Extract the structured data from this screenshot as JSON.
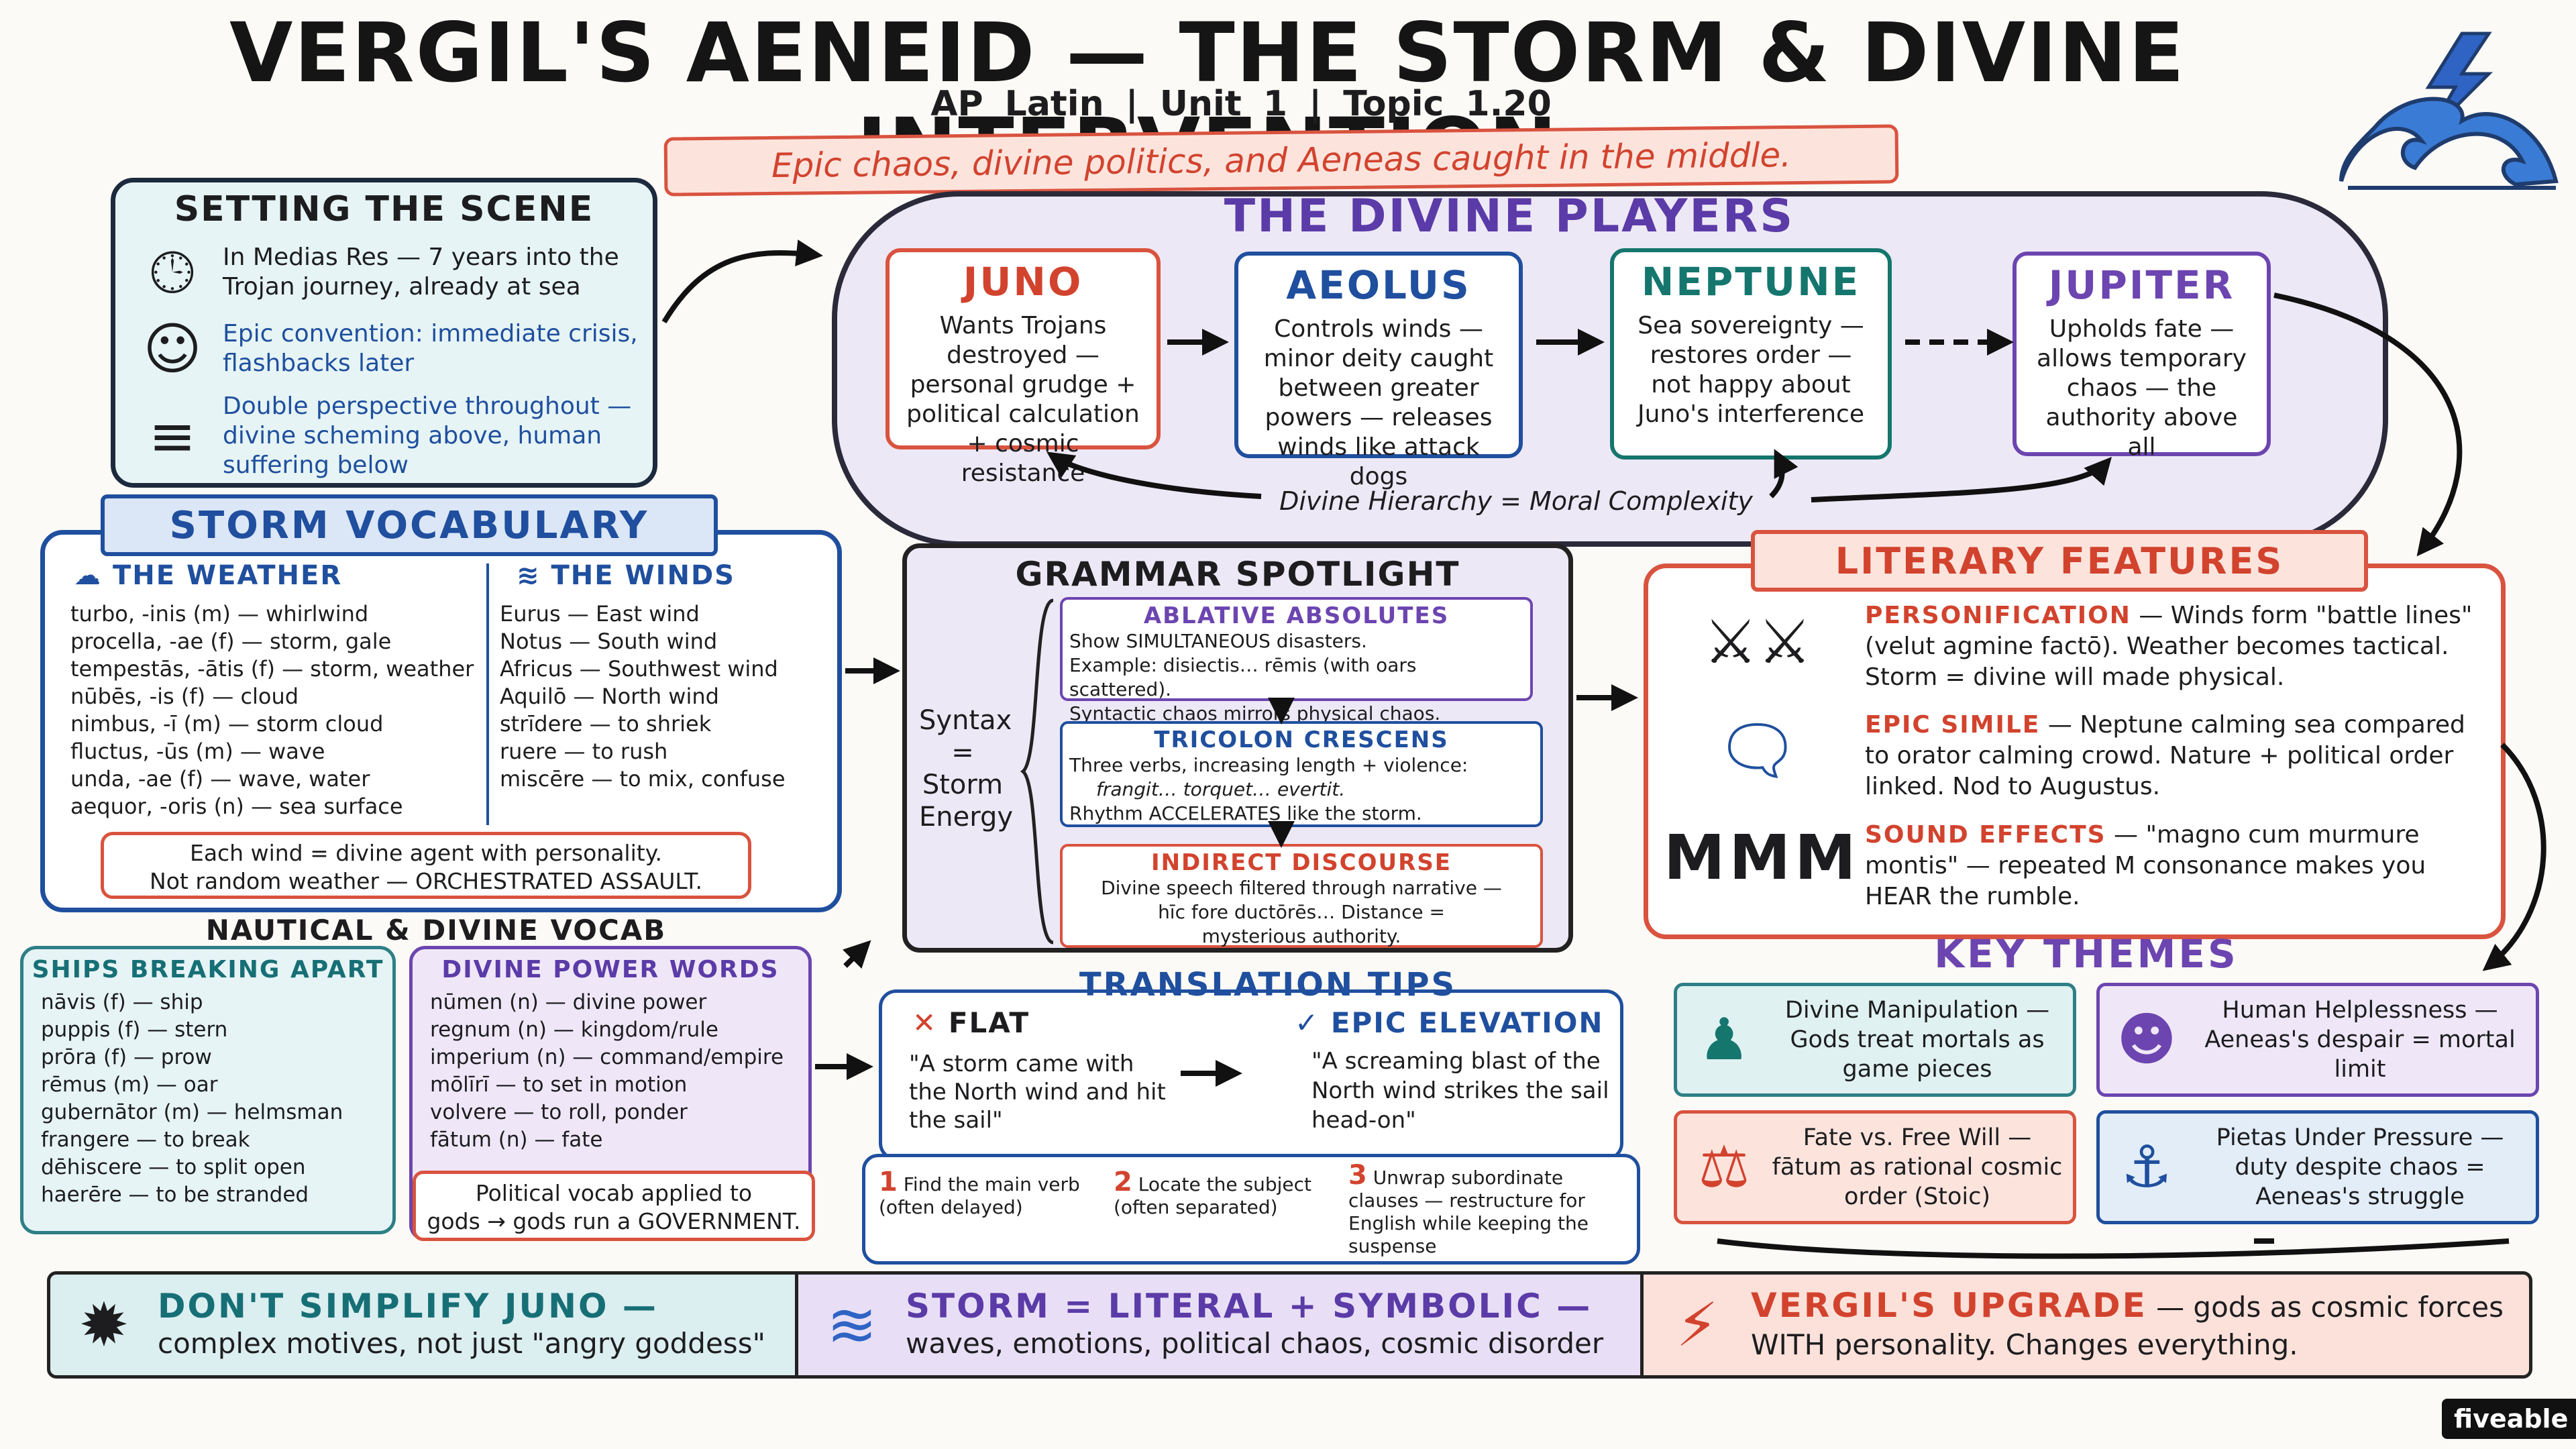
{
  "header": {
    "title": "VERGIL'S AENEID — THE STORM & DIVINE INTERVENTION",
    "subtitle": "AP Latin | Unit 1 | Topic 1.20",
    "banner": "Epic chaos, divine politics, and Aeneas caught in the middle."
  },
  "scene": {
    "title": "SETTING THE SCENE",
    "items": [
      {
        "icon": "clock-icon",
        "text": "In Medias Res — 7 years into the Trojan journey, already at sea"
      },
      {
        "icon": "theater-masks-icon",
        "text": "Epic convention: immediate crisis, flashbacks later"
      },
      {
        "icon": "scroll-icon",
        "text": "Double perspective throughout — divine scheming above, human suffering below"
      }
    ]
  },
  "divine": {
    "title": "THE DIVINE PLAYERS",
    "juno": {
      "name": "JUNO",
      "desc": "Wants Trojans destroyed — personal grudge + political calculation + cosmic resistance"
    },
    "aeolus": {
      "name": "AEOLUS",
      "desc": "Controls winds — minor deity caught between greater powers — releases winds like attack dogs"
    },
    "neptune": {
      "name": "NEPTUNE",
      "desc": "Sea sovereignty — restores order — not happy about Juno's interference"
    },
    "jupiter": {
      "name": "JUPITER",
      "desc": "Upholds fate — allows temporary chaos — the authority above all"
    },
    "hierarchy": "Divine Hierarchy = Moral Complexity"
  },
  "vocab": {
    "title": "STORM VOCABULARY",
    "weather_head": "THE WEATHER",
    "winds_head": "THE WINDS",
    "weather": [
      "turbo, -inis (m) — whirlwind",
      "procella, -ae (f) — storm, gale",
      "tempestās, -ātis (f) — storm, weather",
      "nūbēs, -is (f) — cloud",
      "nimbus, -ī (m) — storm cloud",
      "fluctus, -ūs (m) — wave",
      "unda, -ae (f) — wave, water",
      "aequor, -oris (n) — sea surface"
    ],
    "winds": [
      "Eurus — East wind",
      "Notus — South wind",
      "Africus — Southwest wind",
      "Aquilō — North wind",
      "strīdere — to shriek",
      "ruere — to rush",
      "miscēre — to mix, confuse"
    ],
    "note_line1": "Each wind = divine agent with personality.",
    "note_line2": "Not random weather — ORCHESTRATED ASSAULT."
  },
  "nautical": {
    "title": "NAUTICAL & DIVINE VOCAB",
    "ships_head": "SHIPS BREAKING APART",
    "ships": [
      "nāvis (f) — ship",
      "puppis (f) — stern",
      "prōra (f) — prow",
      "rēmus (m) — oar",
      "gubernātor (m) — helmsman",
      "frangere — to break",
      "dēhiscere — to split open",
      "haerēre — to be stranded"
    ],
    "power_head": "DIVINE POWER WORDS",
    "power": [
      "nūmen (n) — divine power",
      "regnum (n) — kingdom/rule",
      "imperium (n) — command/empire",
      "mōlīrī — to set in motion",
      "volvere — to roll, ponder",
      "fātum (n) — fate"
    ],
    "power_note_line1": "Political vocab applied to",
    "power_note_line2": "gods → gods run a GOVERNMENT."
  },
  "grammar": {
    "title": "GRAMMAR SPOTLIGHT",
    "syntax_line1": "Syntax",
    "syntax_line2": "=",
    "syntax_line3": "Storm",
    "syntax_line4": "Energy",
    "abl_head": "ABLATIVE ABSOLUTES",
    "abl_1": "Show SIMULTANEOUS disasters.",
    "abl_2": "Example: disiectis… rēmis (with oars scattered).",
    "abl_3": "Syntactic chaos mirrors physical chaos.",
    "tri_head": "TRICOLON CRESCENS",
    "tri_1": "Three verbs, increasing length + violence:",
    "tri_2": "frangit… torquet… evertit.",
    "tri_3": "Rhythm ACCELERATES like the storm.",
    "ind_head": "INDIRECT DISCOURSE",
    "ind_1": "Divine speech filtered through narrative —",
    "ind_2": "hīc fore ductōrēs… Distance =",
    "ind_3": "mysterious authority."
  },
  "translation": {
    "title": "TRANSLATION TIPS",
    "flat_label": "FLAT",
    "flat_text": "\"A storm came with the North wind and hit the sail\"",
    "epic_label": "EPIC ELEVATION",
    "epic_text": "\"A screaming blast of the North wind strikes the sail head-on\"",
    "steps": [
      {
        "num": "1",
        "text": "Find the main verb (often delayed)"
      },
      {
        "num": "2",
        "text": "Locate the subject (often separated)"
      },
      {
        "num": "3",
        "text": "Unwrap subordinate clauses — restructure for English while keeping the suspense"
      }
    ]
  },
  "literary": {
    "title": "LITERARY FEATURES",
    "personification_head": "PERSONIFICATION",
    "personification_text": " — Winds form \"battle lines\" (velut agmine factō). Weather becomes tactical. Storm = divine will made physical.",
    "simile_head": "EPIC SIMILE",
    "simile_text": " — Neptune calming sea compared to orator calming crowd. Nature + political order linked. Nod to Augustus.",
    "sound_head": "SOUND EFFECTS",
    "sound_text": " — \"magno cum murmure montis\" — repeated M consonance makes you HEAR the rumble.",
    "mmm": "MMM"
  },
  "themes": {
    "title": "KEY THEMES",
    "t1": "Divine Manipulation — Gods treat mortals as game pieces",
    "t2": "Human Helplessness — Aeneas's despair = mortal limit",
    "t3": "Fate vs. Free Will — fātum as rational cosmic order (Stoic)",
    "t4": "Pietas Under Pressure — duty despite chaos = Aeneas's struggle"
  },
  "bottom": {
    "b1_head": "DON'T SIMPLIFY JUNO —",
    "b1_text": "complex motives, not just \"angry goddess\"",
    "b2_head": "STORM = LITERAL + SYMBOLIC —",
    "b2_text": "waves, emotions, political chaos, cosmic disorder",
    "b3_head": "VERGIL'S UPGRADE",
    "b3_text1": " — gods as cosmic forces",
    "b3_text2": "WITH personality. Changes everything."
  },
  "logo": "fiveable",
  "colors": {
    "red": "#d9533f",
    "blue": "#1f4f9e",
    "teal": "#15766e",
    "purple": "#6c45b0"
  }
}
